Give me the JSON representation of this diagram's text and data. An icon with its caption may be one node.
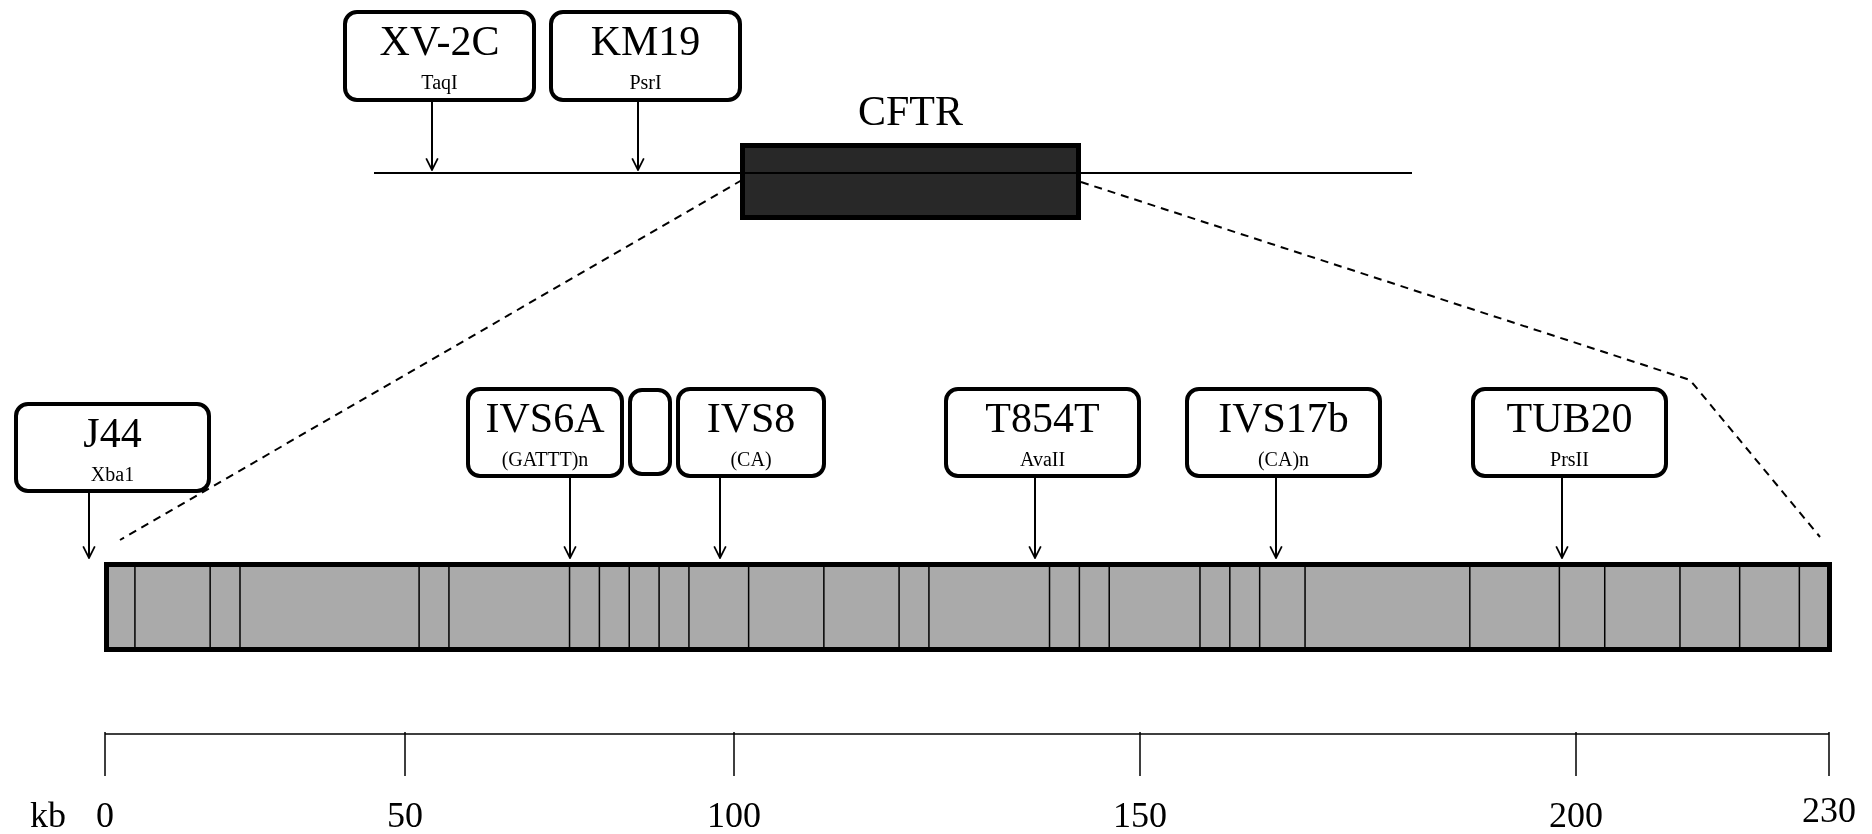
{
  "diagram": {
    "nodes": [
      {
        "text": [
          "XV-2C",
          "TaqI"
        ]
      },
      {
        "text": [
          "KM19",
          "PsrI"
        ]
      },
      {
        "text": [
          "CFTR"
        ]
      },
      {
        "text": [],
        "shape": "line"
      },
      {
        "text": [
          "J44",
          "Xba1"
        ]
      },
      {
        "text": [
          "IVS6A",
          "(GATTT)n"
        ]
      },
      {
        "text": [],
        "shape": "box"
      },
      {
        "text": [
          "IVS8",
          "(CA)"
        ]
      },
      {
        "text": [
          "T854T",
          "AvaII"
        ]
      },
      {
        "text": [
          "IVS17b",
          "(CA)n"
        ]
      },
      {
        "text": [
          "TUB20",
          "PrsII"
        ]
      },
      {
        "text": [],
        "shape": "bar"
      }
    ],
    "edges": [
      {
        "from": 0,
        "to": 3,
        "arrow": "to"
      },
      {
        "from": 1,
        "to": 3,
        "arrow": "to"
      },
      {
        "from": 2,
        "to": 11,
        "arrow": "none",
        "style": "dashed"
      },
      {
        "from": 2,
        "to": 11,
        "arrow": "none",
        "style": "dashed"
      },
      {
        "from": 4,
        "to": 11,
        "arrow": "to"
      },
      {
        "from": 5,
        "to": 11,
        "arrow": "to"
      },
      {
        "from": 7,
        "to": 11,
        "arrow": "to"
      },
      {
        "from": 8,
        "to": 11,
        "arrow": "to"
      },
      {
        "from": 9,
        "to": 11,
        "arrow": "to"
      },
      {
        "from": 10,
        "to": 11,
        "arrow": "to"
      }
    ],
    "labels": [
      "kb",
      "0",
      "50",
      "100",
      "150",
      "200",
      "230"
    ]
  }
}
